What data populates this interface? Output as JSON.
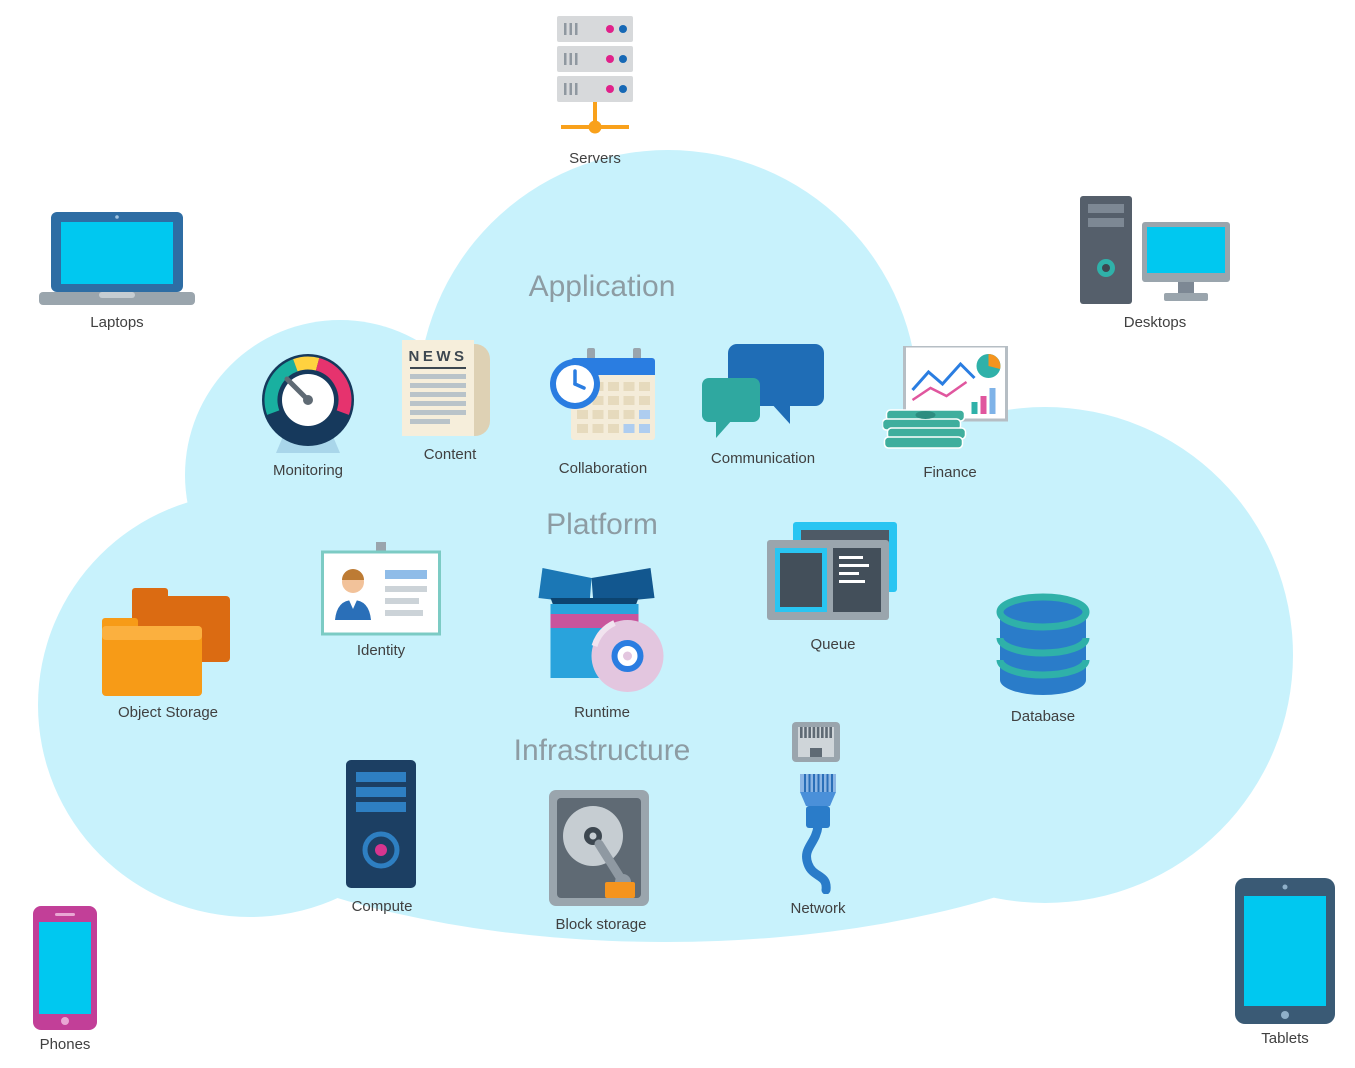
{
  "diagram": {
    "colors": {
      "cloud": "#c8f2fc",
      "layer_title": "#8d9ca3",
      "node_label": "#404040",
      "background": "#ffffff"
    },
    "devices": {
      "servers": {
        "label": "Servers",
        "icon": "servers-icon"
      },
      "laptops": {
        "label": "Laptops",
        "icon": "laptop-icon"
      },
      "desktops": {
        "label": "Desktops",
        "icon": "desktop-icon"
      },
      "phones": {
        "label": "Phones",
        "icon": "phone-icon"
      },
      "tablets": {
        "label": "Tablets",
        "icon": "tablet-icon"
      }
    },
    "layers": {
      "application": {
        "title": "Application",
        "nodes": {
          "monitoring": {
            "label": "Monitoring",
            "icon": "gauge-icon"
          },
          "content": {
            "label": "Content",
            "icon": "newspaper-icon",
            "news_text": "NEWS"
          },
          "collaboration": {
            "label": "Collaboration",
            "icon": "calendar-clock-icon"
          },
          "communication": {
            "label": "Communication",
            "icon": "chat-bubbles-icon"
          },
          "finance": {
            "label": "Finance",
            "icon": "charts-money-icon"
          }
        }
      },
      "platform": {
        "title": "Platform",
        "nodes": {
          "object_storage": {
            "label": "Object Storage",
            "icon": "folders-icon"
          },
          "identity": {
            "label": "Identity",
            "icon": "id-card-icon"
          },
          "runtime": {
            "label": "Runtime",
            "icon": "box-cd-icon"
          },
          "queue": {
            "label": "Queue",
            "icon": "screens-icon"
          },
          "database": {
            "label": "Database",
            "icon": "database-cylinder-icon"
          }
        }
      },
      "infrastructure": {
        "title": "Infrastructure",
        "nodes": {
          "compute": {
            "label": "Compute",
            "icon": "server-tower-icon"
          },
          "block_storage": {
            "label": "Block storage",
            "icon": "hard-drive-icon"
          },
          "network": {
            "label": "Network",
            "icon": "ethernet-cable-icon"
          }
        }
      }
    }
  }
}
